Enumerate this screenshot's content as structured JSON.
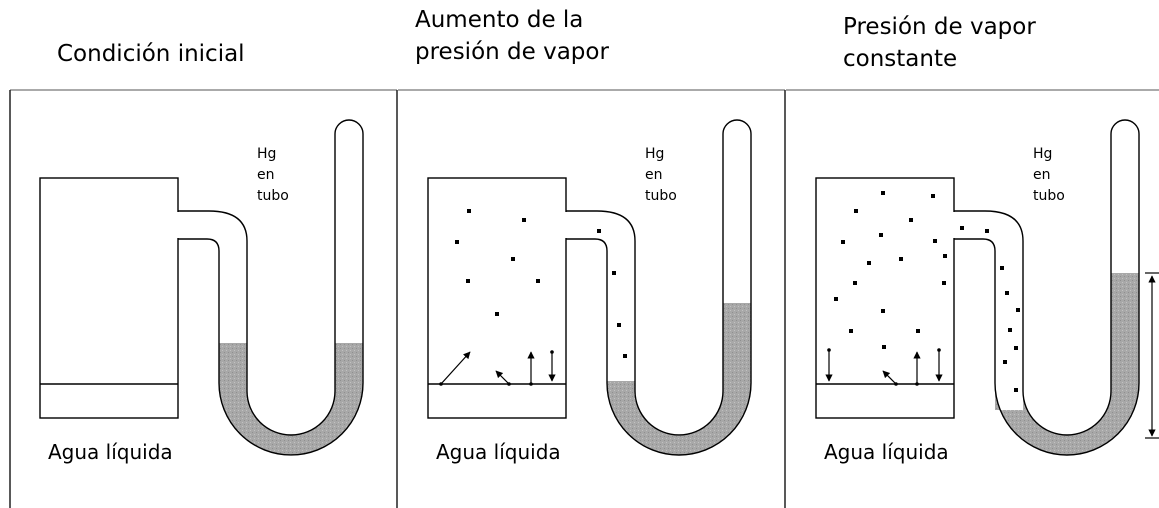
{
  "panels": [
    {
      "title": [
        "Condición inicial"
      ],
      "tube_label": [
        "Hg",
        "en",
        "tubo"
      ],
      "liquid_label": "Agua líquida"
    },
    {
      "title": [
        "Aumento de la",
        "presión de vapor"
      ],
      "tube_label": [
        "Hg",
        "en",
        "tubo"
      ],
      "liquid_label": "Agua líquida"
    },
    {
      "title": [
        "Presión de vapor",
        "constante"
      ],
      "tube_label": [
        "Hg",
        "en",
        "tubo"
      ],
      "liquid_label": "Agua líquida"
    }
  ],
  "colors": {
    "line": "#000000",
    "mercury": "#a6a6a6",
    "background": "#ffffff"
  }
}
